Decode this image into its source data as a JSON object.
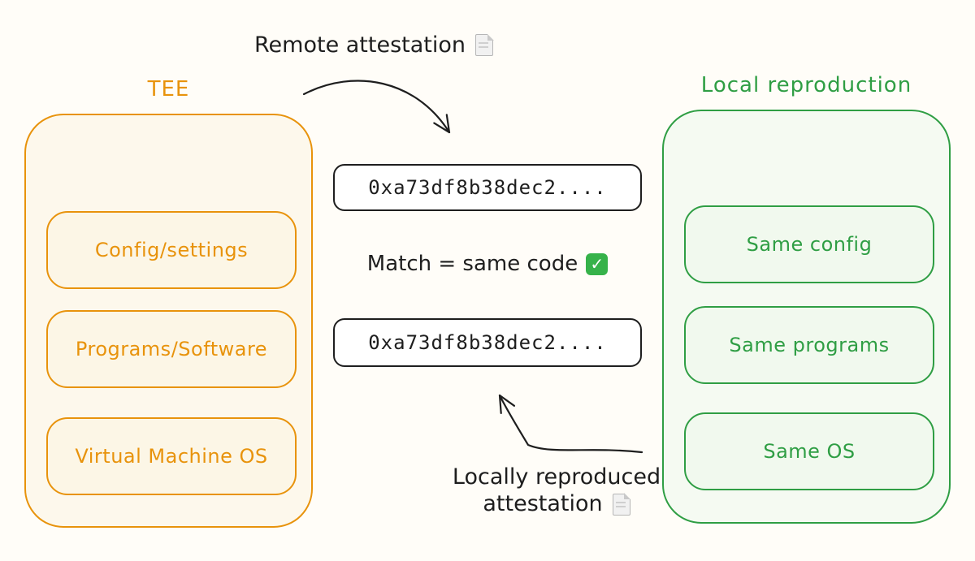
{
  "colors": {
    "orange": "#e8930c",
    "green": "#2f9e44",
    "ink": "#1e1e1e",
    "check_green": "#36b24a",
    "background": "#fffdf8"
  },
  "left_panel": {
    "title": "TEE",
    "items": [
      "Config/settings",
      "Programs/Software",
      "Virtual Machine OS"
    ]
  },
  "right_panel": {
    "title": "Local reproduction",
    "items": [
      "Same config",
      "Same programs",
      "Same OS"
    ]
  },
  "center": {
    "remote_hash": "0xa73df8b38dec2....",
    "local_hash": "0xa73df8b38dec2....",
    "match_text": "Match = same code",
    "check_glyph": "✓"
  },
  "annotations": {
    "top_label": "Remote attestation",
    "top_icon": "page-icon",
    "bottom_line1": "Locally reproduced",
    "bottom_line2": "attestation",
    "bottom_icon": "page-icon",
    "match_icon": "check-mark-icon"
  }
}
